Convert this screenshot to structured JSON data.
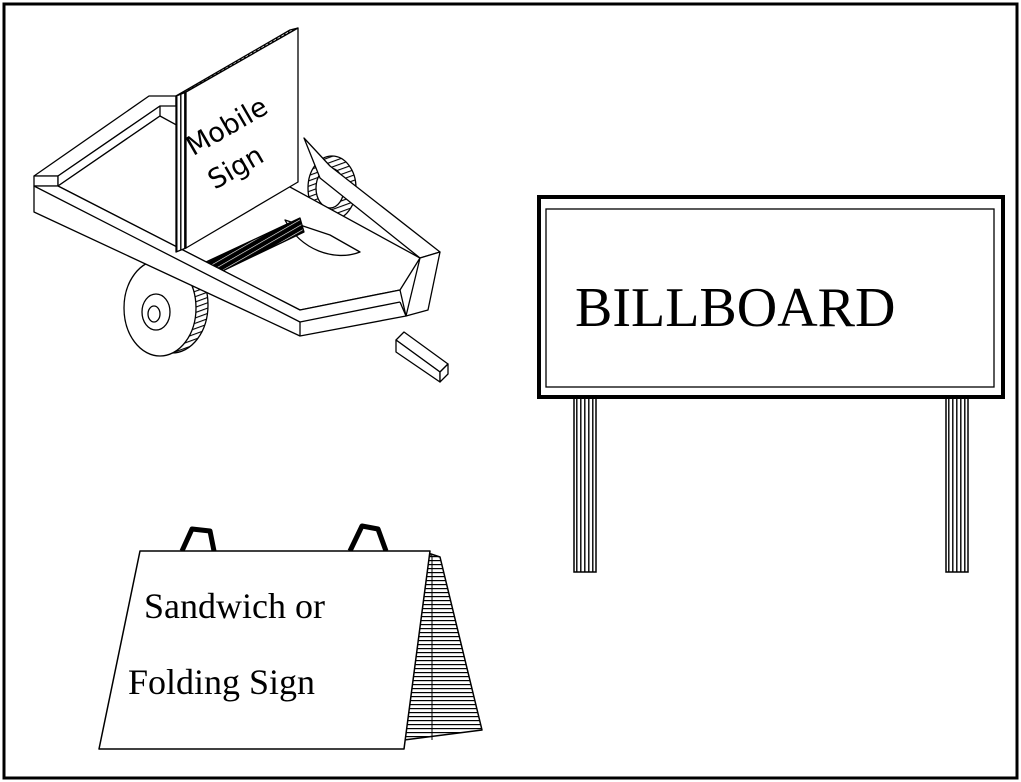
{
  "signs": {
    "mobile": {
      "line1": "Mobile",
      "line2": "Sign"
    },
    "billboard": {
      "label": "BILLBOARD"
    },
    "folding": {
      "line1": "Sandwich or",
      "line2": "Folding Sign"
    }
  },
  "colors": {
    "ink": "#000000",
    "paper": "#ffffff"
  }
}
